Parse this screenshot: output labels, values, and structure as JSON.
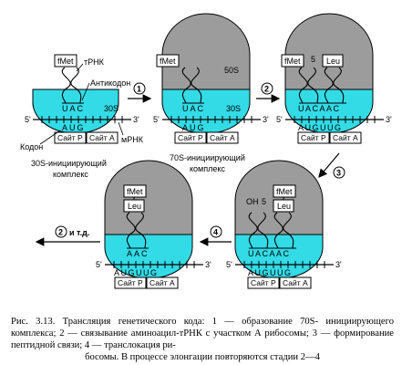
{
  "labels": {
    "fmet": "fMet",
    "leu": "Leu",
    "trna": "тРНК",
    "anticodon": "Антикодон",
    "sub30s": "30S",
    "sub50s": "50S",
    "codon": "Кодон",
    "mrna": "мРНК",
    "site_p": "Сайт P",
    "site_a": "Сайт А",
    "five_prime": "5'",
    "three_prime": "3'",
    "five": "5",
    "oh": "OH",
    "complex30_line1": "30S-инициирующий",
    "complex30_line2": "комплекс",
    "complex70_line1": "70S-инициирующий",
    "complex70_line2": "комплекс",
    "etc": "и т.д."
  },
  "codons": {
    "stage0_top": "UAC",
    "stage0_bottom": "AUG",
    "stage1_top": "UAC",
    "stage1_bottom": "AUG",
    "stage2_top": "UACAAC",
    "stage2_bottom": "AUGUUG",
    "stage3_top": "UACAAC",
    "stage3_bottom": "AUGUUG",
    "stage4_top": "AAC",
    "stage4_bottom": "AUGUUG"
  },
  "steps": [
    "1",
    "2",
    "3",
    "4",
    "2"
  ],
  "caption": {
    "line1": "Рис. 3.13. Трансляция генетического кода: 1 — образование 70S-",
    "line2": "инициирующего комплекса; 2 — связывание аминоацил-тРНК с участком А",
    "line3": "рибосомы; 3 — формирование пептидной связи; 4 — транслокация ри-",
    "line4": "босомы. В процессе элонгации повторяются стадии 2—4"
  },
  "colors": {
    "small_subunit": "#33dbe6",
    "large_subunit": "#9c9c9c",
    "outline": "#000000"
  }
}
